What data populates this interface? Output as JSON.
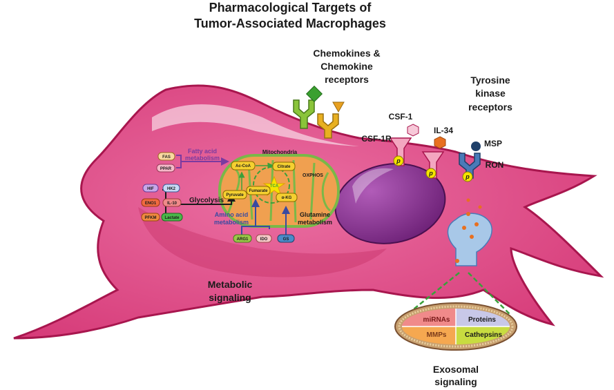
{
  "title": {
    "line1": "Pharmacological Targets of",
    "line2": "Tumor-Associated Macrophages"
  },
  "sections": {
    "chemokines": {
      "line1": "Chemokines &",
      "line2": "Chemokine",
      "line3": "receptors"
    },
    "tyrosine": {
      "line1": "Tyrosine",
      "line2": "kinase",
      "line3": "receptors"
    },
    "metabolic": {
      "line1": "Metabolic",
      "line2": "signaling"
    },
    "exosomal": {
      "line1": "Exosomal",
      "line2": "signaling"
    }
  },
  "receptors": {
    "csf1": "CSF-1",
    "il34": "IL-34",
    "csf1r": "CSF-1R",
    "msp": "MSP",
    "ron": "RON",
    "p": "p"
  },
  "metabolism": {
    "fatty_acid": {
      "line1": "Fatty acid",
      "line2": "metabolism"
    },
    "glycolysis": "Glycolysis",
    "amino_acid": {
      "line1": "Amino acid",
      "line2": "metabolism"
    },
    "glutamine": {
      "line1": "Glutamine",
      "line2": "metabolism"
    },
    "mitochondria": "Mitochondria",
    "oxphos": "OXPHOS",
    "tca": "TCA"
  },
  "badges": {
    "fas": "FAS",
    "ppar": "PPAR",
    "hif": "HIF",
    "hk2": "HK2",
    "eno1": "ENO1",
    "il10": "IL-10",
    "pfkm": "PFKM",
    "lactate": "Lactate",
    "arg1": "ARG1",
    "ido": "IDO",
    "gs": "GS",
    "accoa": "Ac-CoA",
    "citrate": "Citrate",
    "pyruvate": "Pyruvate",
    "fumarate": "Fumarate",
    "akg": "α-KG"
  },
  "exosome": {
    "mirnas": "miRNAs",
    "proteins": "Proteins",
    "mmps": "MMPs",
    "cathepsins": "Cathepsins"
  },
  "colors": {
    "cell": "#e04a86",
    "cell_outline": "#a8164e",
    "nucleus": "#7a2a82",
    "mito": "#f0a050",
    "fatty_acid": "#7a3aa0",
    "amino": "#3a4aa0",
    "green_receptor": "#8ac43a",
    "gold_receptor": "#e8b020",
    "pink_receptor": "#f3a6c0",
    "ron_receptor": "#4a7ab8",
    "p_badge": "#f5e400"
  }
}
